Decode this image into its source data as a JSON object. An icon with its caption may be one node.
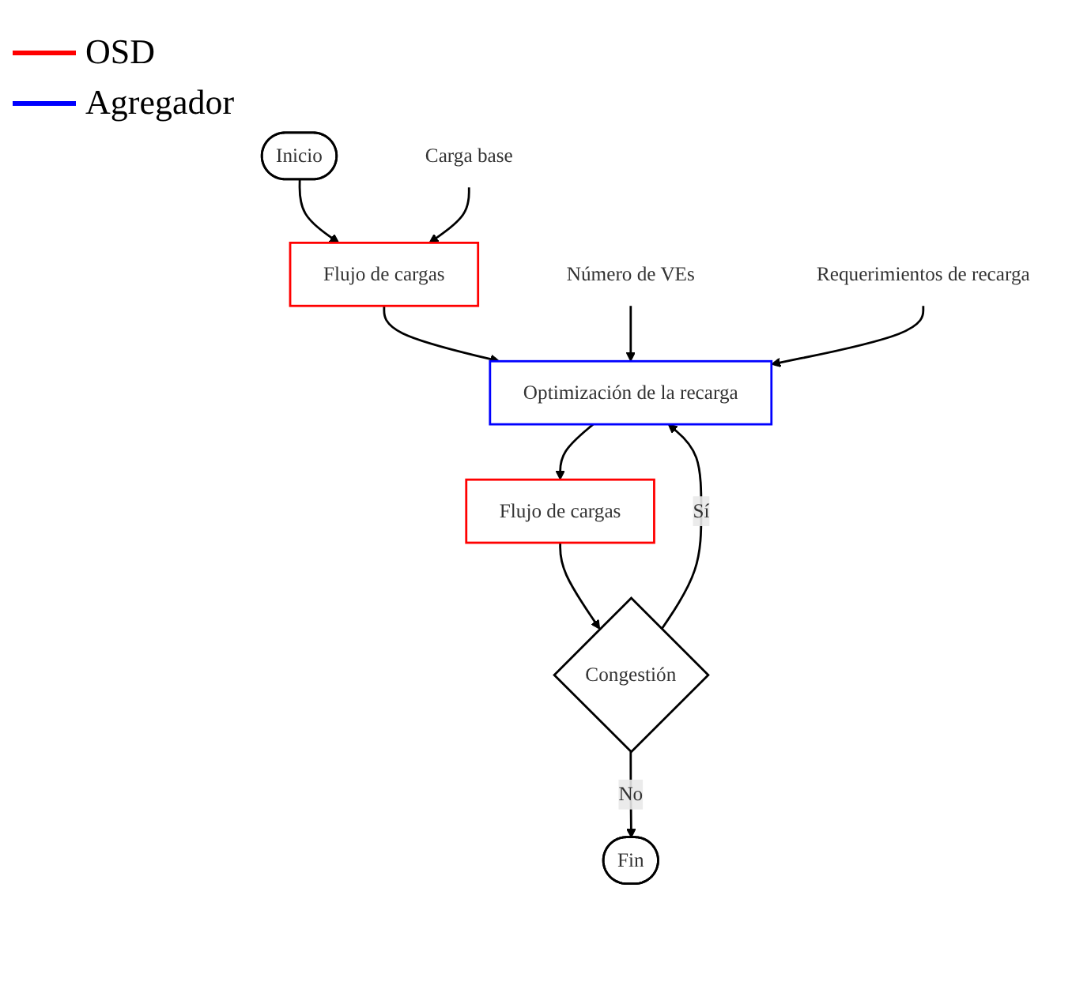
{
  "diagram": {
    "nodes": [
      {
        "text": [
          "Inicio"
        ]
      },
      {
        "text": [
          "Flujo de cargas"
        ]
      },
      {
        "text": [
          "Carga base"
        ]
      },
      {
        "text": [
          "Optimización de la recarga"
        ]
      },
      {
        "text": [
          "Número de VEs"
        ]
      },
      {
        "text": [
          "Requerimientos de recarga"
        ]
      },
      {
        "text": [
          "Flujo de cargas"
        ]
      },
      {
        "text": [
          "Congestión"
        ]
      },
      {
        "text": [
          "Fin"
        ]
      }
    ],
    "edges": [
      {
        "from": 0,
        "to": 1,
        "arrow": "to"
      },
      {
        "from": 2,
        "to": 1,
        "arrow": "to"
      },
      {
        "from": 1,
        "to": 3,
        "arrow": "to"
      },
      {
        "from": 4,
        "to": 3,
        "arrow": "to"
      },
      {
        "from": 5,
        "to": 3,
        "arrow": "to"
      },
      {
        "from": 3,
        "to": 6,
        "arrow": "to"
      },
      {
        "from": 6,
        "to": 7,
        "arrow": "to"
      },
      {
        "from": 7,
        "to": 3,
        "arrow": "to",
        "label": "Sí"
      },
      {
        "from": 7,
        "to": 8,
        "arrow": "to",
        "label": "No"
      }
    ],
    "legend": [
      {
        "text": "OSD",
        "color": "#ff0000"
      },
      {
        "text": "Agregador",
        "color": "#0000ff"
      }
    ]
  }
}
